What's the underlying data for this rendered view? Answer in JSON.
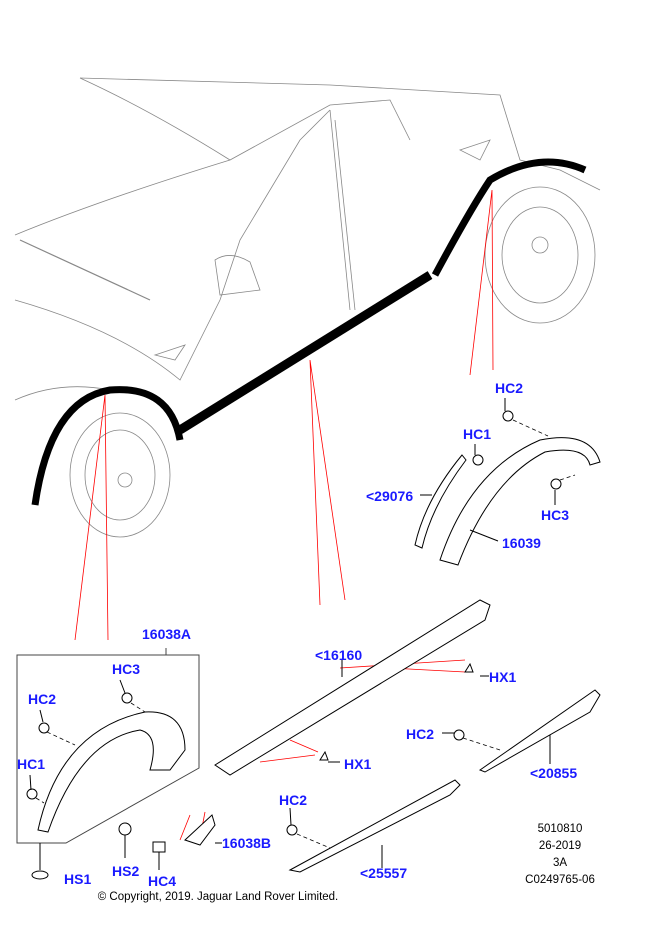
{
  "callouts": {
    "hc2_rear": "HC2",
    "hc1_rear": "HC1",
    "p29076": "<29076",
    "hc3_rear": "HC3",
    "p16039": "16039",
    "p16038a": "16038A",
    "p16160": "<16160",
    "hx1_top": "HX1",
    "hc3_front": "HC3",
    "hc2_front": "HC2",
    "hc2_sill": "HC2",
    "hc1_front": "HC1",
    "hx1_bottom": "HX1",
    "p20855": "<20855",
    "hc2_lower": "HC2",
    "p16038b": "16038B",
    "hs2": "HS2",
    "p25557": "<25557",
    "hc4": "HC4",
    "hs1": "HS1"
  },
  "info": {
    "line1": "5010810",
    "line2": "26-2019",
    "line3": "3A",
    "line4": "C0249765-06"
  },
  "copyright": "© Copyright, 2019. Jaguar Land Rover Limited.",
  "colors": {
    "callout": "#1a1aff",
    "leader": "#ff0000",
    "outline": "#444444"
  }
}
